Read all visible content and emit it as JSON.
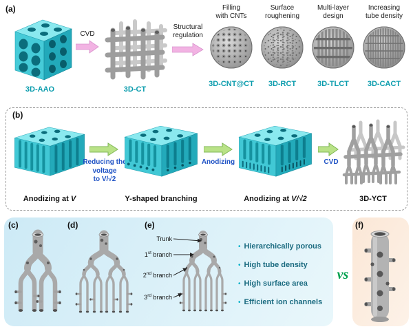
{
  "figure": {
    "panel_a": {
      "label": "(a)",
      "aao_name": "3D-AAO",
      "cvd_label": "CVD",
      "ct_name": "3D-CT",
      "structural_lines": [
        "Structural",
        "regulation"
      ],
      "derivatives": [
        {
          "title_lines": [
            "Filling",
            "with CNTs"
          ],
          "name": "3D-CNT@CT"
        },
        {
          "title_lines": [
            "Surface",
            "roughening"
          ],
          "name": "3D-RCT"
        },
        {
          "title_lines": [
            "Multi-layer",
            "design"
          ],
          "name": "3D-TLCT"
        },
        {
          "title_lines": [
            "Increasing",
            "tube density"
          ],
          "name": "3D-CACT"
        }
      ]
    },
    "panel_b": {
      "label": "(b)",
      "arrow1_lines": [
        "Reducing the voltage",
        "to V/√2"
      ],
      "arrow2_label": "Anodizing",
      "arrow3_label": "CVD",
      "captions": [
        {
          "prefix": "Anodizing at ",
          "var": "V"
        },
        {
          "text": "Y-shaped branching"
        },
        {
          "prefix": "Anodizing at ",
          "var": "V/√2"
        },
        {
          "text": "3D-YCT"
        }
      ]
    },
    "panel_c": {
      "label": "(c)"
    },
    "panel_d": {
      "label": "(d)"
    },
    "panel_e": {
      "label": "(e)",
      "annotations": [
        {
          "pre": "Trunk",
          "sup": "",
          "post": ""
        },
        {
          "pre": "1",
          "sup": "st",
          "post": " branch"
        },
        {
          "pre": "2",
          "sup": "nd",
          "post": " branch"
        },
        {
          "pre": "3",
          "sup": "rd",
          "post": " branch"
        }
      ],
      "bullet_glyph": "•",
      "bullets": [
        "Hierarchically porous",
        "High tube density",
        "High surface area",
        "Efficient ion channels"
      ]
    },
    "vs_label": "vs",
    "panel_f": {
      "label": "(f)"
    },
    "colors": {
      "structure_teal_label": "#0a9cad",
      "cyan_block": "#41c8d5",
      "pink_arrow": "#f2b3e3",
      "green_arrow": "#b9e287",
      "blue_step_text": "#2053c5",
      "vs_green": "#00a14f",
      "bullet_text": "#1b6b80",
      "gray_structure": "#a8a8a8",
      "panel_cde_bg": "#d9f0f9",
      "panel_f_bg": "#fbe9da"
    }
  }
}
